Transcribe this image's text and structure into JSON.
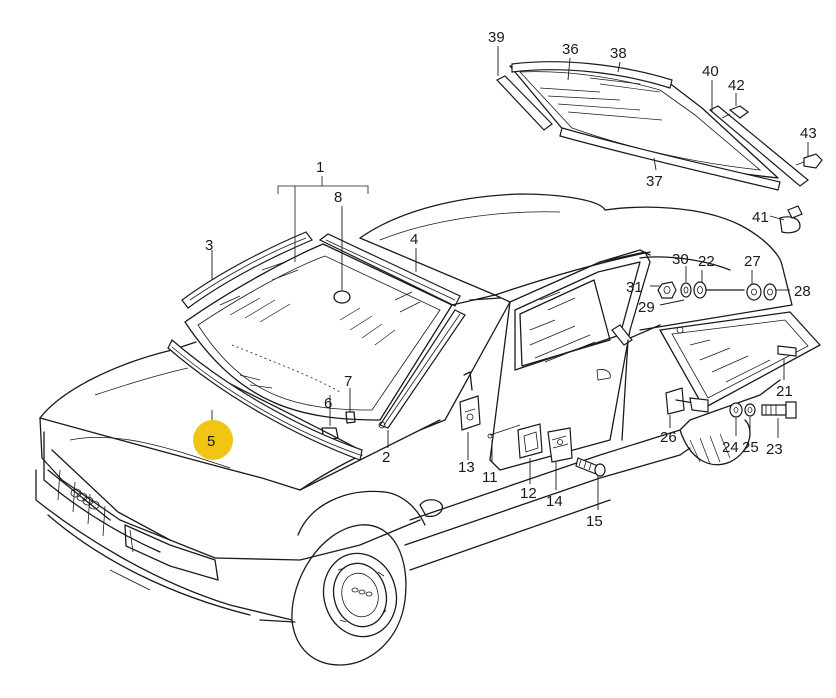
{
  "callouts": [
    {
      "id": "c1",
      "label": "1"
    },
    {
      "id": "c2",
      "label": "2"
    },
    {
      "id": "c3",
      "label": "3"
    },
    {
      "id": "c4",
      "label": "4"
    },
    {
      "id": "c5",
      "label": "5",
      "highlighted": true
    },
    {
      "id": "c6",
      "label": "6"
    },
    {
      "id": "c7",
      "label": "7"
    },
    {
      "id": "c8",
      "label": "8"
    },
    {
      "id": "c11",
      "label": "11"
    },
    {
      "id": "c12",
      "label": "12"
    },
    {
      "id": "c13",
      "label": "13"
    },
    {
      "id": "c14",
      "label": "14"
    },
    {
      "id": "c15",
      "label": "15"
    },
    {
      "id": "c21",
      "label": "21"
    },
    {
      "id": "c22",
      "label": "22"
    },
    {
      "id": "c23",
      "label": "23"
    },
    {
      "id": "c24",
      "label": "24"
    },
    {
      "id": "c25",
      "label": "25"
    },
    {
      "id": "c26",
      "label": "26"
    },
    {
      "id": "c27",
      "label": "27"
    },
    {
      "id": "c28",
      "label": "28"
    },
    {
      "id": "c29",
      "label": "29"
    },
    {
      "id": "c30",
      "label": "30"
    },
    {
      "id": "c31",
      "label": "31"
    },
    {
      "id": "c36",
      "label": "36"
    },
    {
      "id": "c37",
      "label": "37"
    },
    {
      "id": "c38",
      "label": "38"
    },
    {
      "id": "c39",
      "label": "39"
    },
    {
      "id": "c40",
      "label": "40"
    },
    {
      "id": "c41",
      "label": "41"
    },
    {
      "id": "c42",
      "label": "42"
    },
    {
      "id": "c43",
      "label": "43"
    }
  ],
  "colors": {
    "line": "#1a1a1a",
    "background": "#ffffff",
    "highlight": "#f2c515"
  }
}
